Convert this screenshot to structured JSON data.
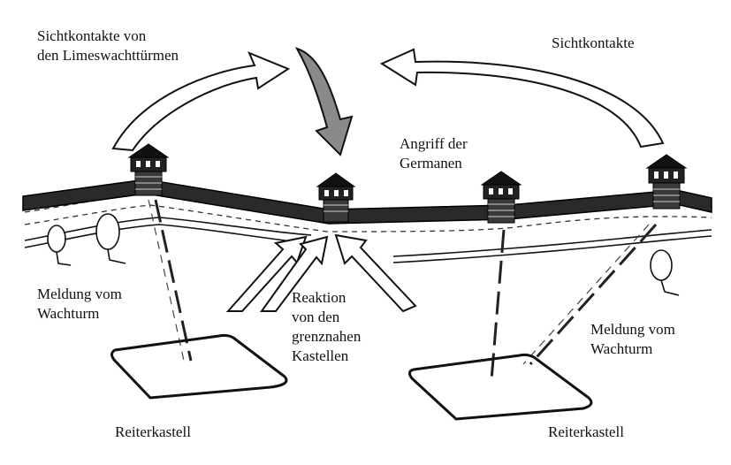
{
  "labels": {
    "sight_left": [
      "Sichtkontakte von",
      "den Limeswachttürmen"
    ],
    "sight_right": "Sichtkontakte",
    "attack": [
      "Angriff der",
      "Germanen"
    ],
    "report_left": [
      "Meldung vom",
      "Wachturm"
    ],
    "reaction": [
      "Reaktion",
      "von den",
      "grenznahen",
      "Kastellen"
    ],
    "report_right": [
      "Meldung vom",
      "Wachturm"
    ],
    "fort_left": "Reiterkastell",
    "fort_right": "Reiterkastell"
  },
  "colors": {
    "ink": "#111111",
    "wall": "#2a2a2a",
    "attack_arrow": "#8a8a8a",
    "paper": "#ffffff"
  }
}
